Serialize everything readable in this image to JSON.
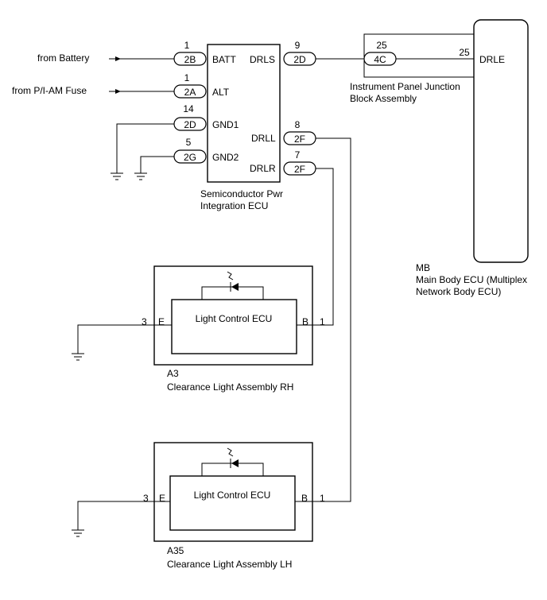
{
  "sources": {
    "battery": "from Battery",
    "fuse": "from P/I-AM Fuse"
  },
  "spi_ecu": {
    "name_line1": "Semiconductor Pwr",
    "name_line2": "Integration ECU",
    "pins": {
      "batt": {
        "num": "1",
        "conn": "2B",
        "label": "BATT"
      },
      "alt": {
        "num": "1",
        "conn": "2A",
        "label": "ALT"
      },
      "gnd1": {
        "num": "14",
        "conn": "2D",
        "label": "GND1"
      },
      "gnd2": {
        "num": "5",
        "conn": "2G",
        "label": "GND2"
      },
      "drls": {
        "num": "9",
        "conn": "2D",
        "label": "DRLS"
      },
      "drll": {
        "num": "8",
        "conn": "2F",
        "label": "DRLL"
      },
      "drlr": {
        "num": "7",
        "conn": "2F",
        "label": "DRLR"
      }
    }
  },
  "junction_block": {
    "pin": "25",
    "conn": "4C",
    "name_line1": "Instrument Panel Junction",
    "name_line2": "Block Assembly"
  },
  "main_body_ecu": {
    "pin": "25",
    "pin_label": "DRLE",
    "code": "MB",
    "name_line1": "Main Body ECU (Multiplex",
    "name_line2": "Network Body ECU)"
  },
  "clearance_rh": {
    "inner_label": "Light Control ECU",
    "left_pin": "3",
    "left_label": "E",
    "right_label": "B",
    "right_pin": "1",
    "code": "A3",
    "name": "Clearance Light Assembly RH"
  },
  "clearance_lh": {
    "inner_label": "Light Control ECU",
    "left_pin": "3",
    "left_label": "E",
    "right_label": "B",
    "right_pin": "1",
    "code": "A35",
    "name": "Clearance Light Assembly LH"
  }
}
